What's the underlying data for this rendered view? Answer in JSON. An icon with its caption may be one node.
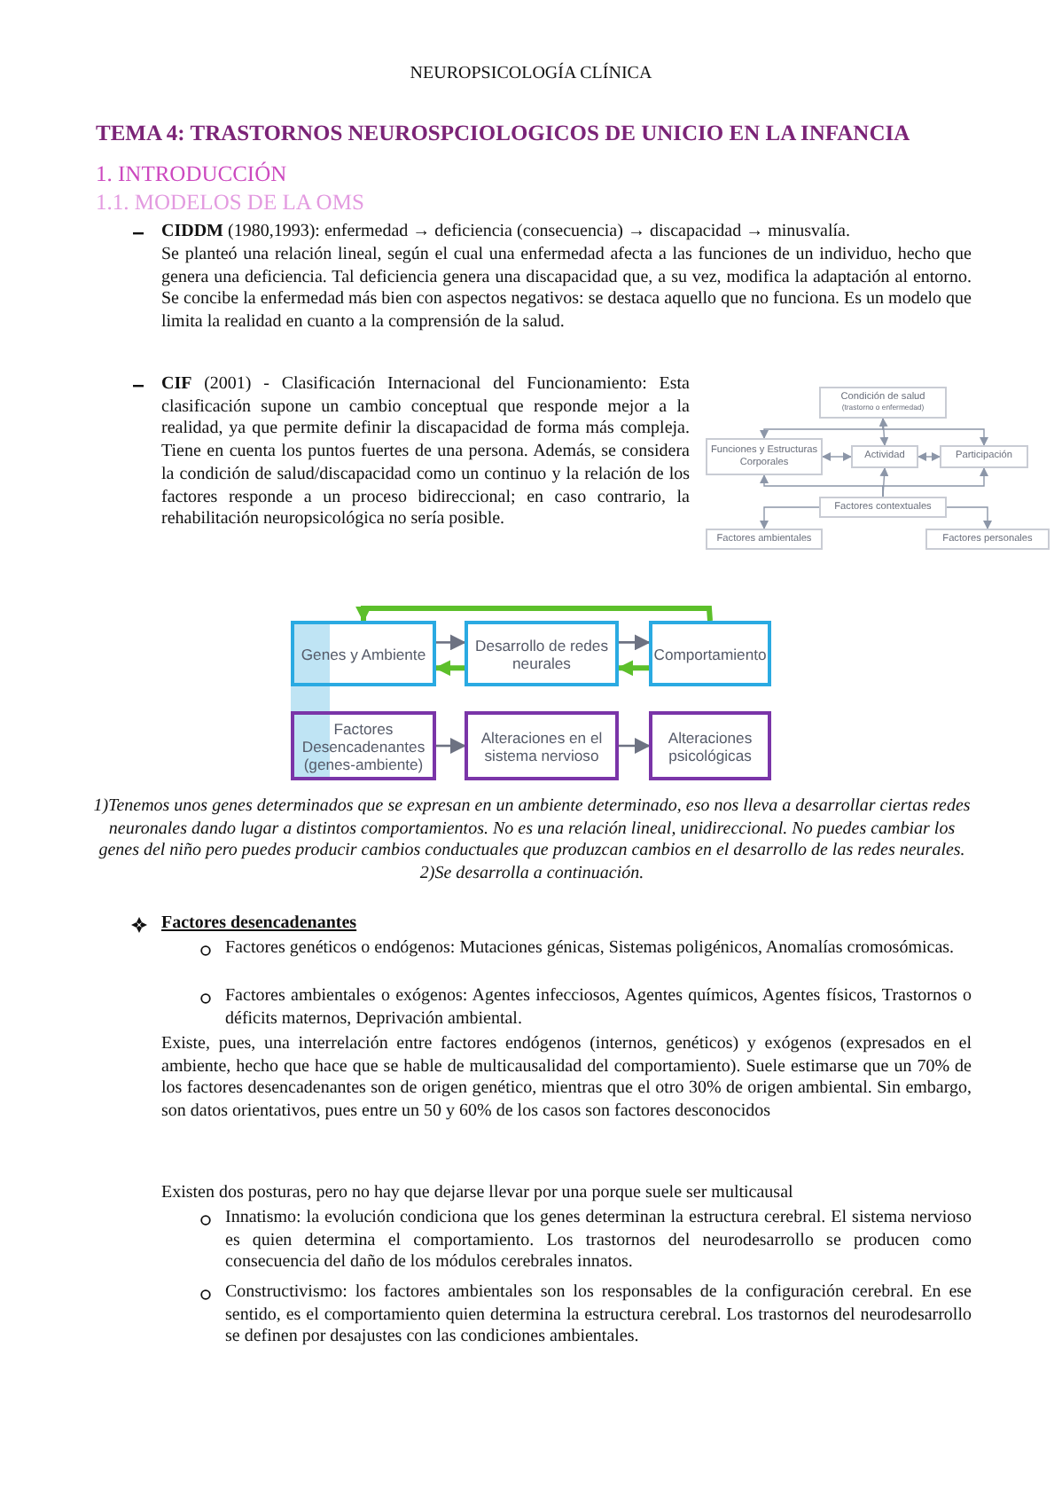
{
  "diagram": {
    "title": "TEMA 4: TRASTORNOS NEUROSPCIOLOGICOS DE UNICIO EN LA INFANCIA",
    "caption": "1)Tenemos unos genes determinados que se expresan en un ambiente determinado, eso nos lleva a desarrollar ciertas redes neuronales dando lugar a distintos comportamientos. No es una relación lineal, unidireccional. No puedes cambiar los genes del niño pero puedes producir cambios conductuales que produzcan cambios en el desarrollo de las redes neurales. 2)Se desarrolla a continuación.",
    "nodes": [
      {
        "text": [
          "Condición de salud",
          "(trastorno o enfermedad)"
        ]
      },
      {
        "text": [
          "Funciones y Estructuras Corporales"
        ]
      },
      {
        "text": [
          "Actividad"
        ]
      },
      {
        "text": [
          "Participación"
        ]
      },
      {
        "text": [
          "Factores contextuales"
        ]
      },
      {
        "text": [
          "Factores ambientales"
        ]
      },
      {
        "text": [
          "Factores personales"
        ]
      },
      {
        "text": [
          "Genes y Ambiente"
        ]
      },
      {
        "text": [
          "Desarrollo de redes neurales"
        ]
      },
      {
        "text": [
          "Comportamiento"
        ]
      },
      {
        "text": [
          "Factores Desencadenantes (genes-ambiente)"
        ]
      },
      {
        "text": [
          "Alteraciones en el sistema nervioso"
        ]
      },
      {
        "text": [
          "Alteraciones psicológicas"
        ]
      }
    ],
    "edges": [
      {
        "from": 0,
        "to": 1,
        "arrow": "to"
      },
      {
        "from": 0,
        "to": 2,
        "arrow": "both"
      },
      {
        "from": 0,
        "to": 3,
        "arrow": "to"
      },
      {
        "from": 1,
        "to": 2,
        "arrow": "both"
      },
      {
        "from": 2,
        "to": 3,
        "arrow": "both"
      },
      {
        "from": 4,
        "to": 1,
        "arrow": "to"
      },
      {
        "from": 4,
        "to": 2,
        "arrow": "to"
      },
      {
        "from": 4,
        "to": 3,
        "arrow": "to"
      },
      {
        "from": 4,
        "to": 5,
        "arrow": "to"
      },
      {
        "from": 4,
        "to": 6,
        "arrow": "to"
      },
      {
        "from": 7,
        "to": 8,
        "arrow": "to"
      },
      {
        "from": 8,
        "to": 9,
        "arrow": "to"
      },
      {
        "from": 8,
        "to": 7,
        "arrow": "to",
        "style": "thick",
        "color": "#5cbf2a"
      },
      {
        "from": 9,
        "to": 8,
        "arrow": "to",
        "style": "thick",
        "color": "#5cbf2a"
      },
      {
        "from": 9,
        "to": 7,
        "arrow": "to",
        "style": "thick",
        "color": "#5cbf2a"
      },
      {
        "from": 10,
        "to": 11,
        "arrow": "to"
      },
      {
        "from": 11,
        "to": 12,
        "arrow": "to"
      }
    ],
    "labels": [
      "NEUROPSICOLOGÍA CLÍNICA",
      "1. INTRODUCCIÓN",
      "1.1. MODELOS DE LA OMS",
      "**CIDDM** (1980,1993): enfermedad → deficiencia (consecuencia) → discapacidad → minusvalía.",
      "Se planteó una relación lineal, según el cual una enfermedad afecta a las funciones de un individuo, hecho que genera una deficiencia. Tal deficiencia genera una discapacidad que, a su vez, modifica la adaptación al entorno. Se concibe la enfermedad más bien con aspectos negativos: se destaca aquello que no funciona. Es un modelo que limita la realidad en cuanto a la comprensión de la salud.",
      "**CIF** (2001) - Clasificación Internacional del Funcionamiento: Esta clasificación supone un cambio conceptual que responde mejor a la realidad, ya que permite definir la discapacidad de forma más compleja. Tiene en cuenta los puntos fuertes de una persona. Además, se considera la condición de salud/discapacidad como un continuo y la relación de los factores responde a un proceso bidireccional; en caso contrario, la rehabilitación neuropsicológica no sería posible.",
      "Factores desencadenantes",
      "Factores genéticos o endógenos: Mutaciones génicas, Sistemas poligénicos, Anomalías cromosómicas.",
      "Factores ambientales o exógenos: Agentes infecciosos, Agentes químicos, Agentes físicos, Trastornos o déficits maternos, Deprivación ambiental.",
      "Existe, pues, una interrelación entre factores endógenos (internos, genéticos) y exógenos (expresados en el ambiente, hecho que hace que se hable de multicausalidad del comportamiento). Suele estimarse que un 70% de los factores desencadenantes son de origen genético, mientras que el otro 30% de origen ambiental. Sin embargo, son datos orientativos, pues entre un 50 y 60% de los casos son factores desconocidos",
      "Existen dos posturas, pero no hay que dejarse llevar por una porque suele ser multicausal",
      "Innatismo: la evolución condiciona que los genes determinan la estructura cerebral. El sistema nervioso es quien determina el comportamiento. Los trastornos del neurodesarrollo se producen como consecuencia del daño de los módulos cerebrales innatos.",
      "Constructivismo: los factores ambientales son los responsables de la configuración cerebral. En ese sentido, es el comportamiento quien determina la estructura cerebral. Los trastornos del neurodesarrollo se definen por desajustes con las condiciones ambientales."
    ]
  }
}
